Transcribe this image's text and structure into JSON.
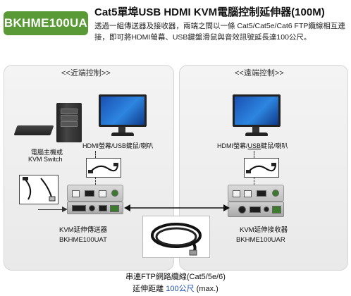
{
  "header": {
    "model": "BKHME100UA",
    "title": "Cat5單埠USB HDMI KVM電腦控制延伸器(100M)",
    "description": "透過一組傳送器及接收器，兩端之間以一條 Cat5/Cat5e/Cat6 FTP纜線相互連接，即可將HDMI螢幕、USB鍵盤滑鼠與音效訊號延長達100公尺。"
  },
  "local": {
    "title": "<<近端控制>>",
    "display_label": "HDMI螢幕/USB鍵鼠/喇叭",
    "host_label_1": "電腦主機或",
    "host_label_2": "KVM Switch",
    "unit_label": "KVM延伸傳送器",
    "unit_model": "BKHME100UAT"
  },
  "remote": {
    "title": "<<遠端控制>>",
    "display_label_1": "HDMI螢幕/",
    "display_label_usb": "USB",
    "display_label_2": "鍵鼠/喇叭",
    "unit_label": "KVM延伸接收器",
    "unit_model": "BKHME100UAR"
  },
  "footer": {
    "cable": "串連FTP網路纜線(Cat5/5e/6)",
    "distance_prefix": "延伸距離 ",
    "distance_value": "100公尺",
    "distance_suffix": " (max.)"
  },
  "colors": {
    "badge": "#5a9a36",
    "distance_value": "#1d4fb8"
  }
}
